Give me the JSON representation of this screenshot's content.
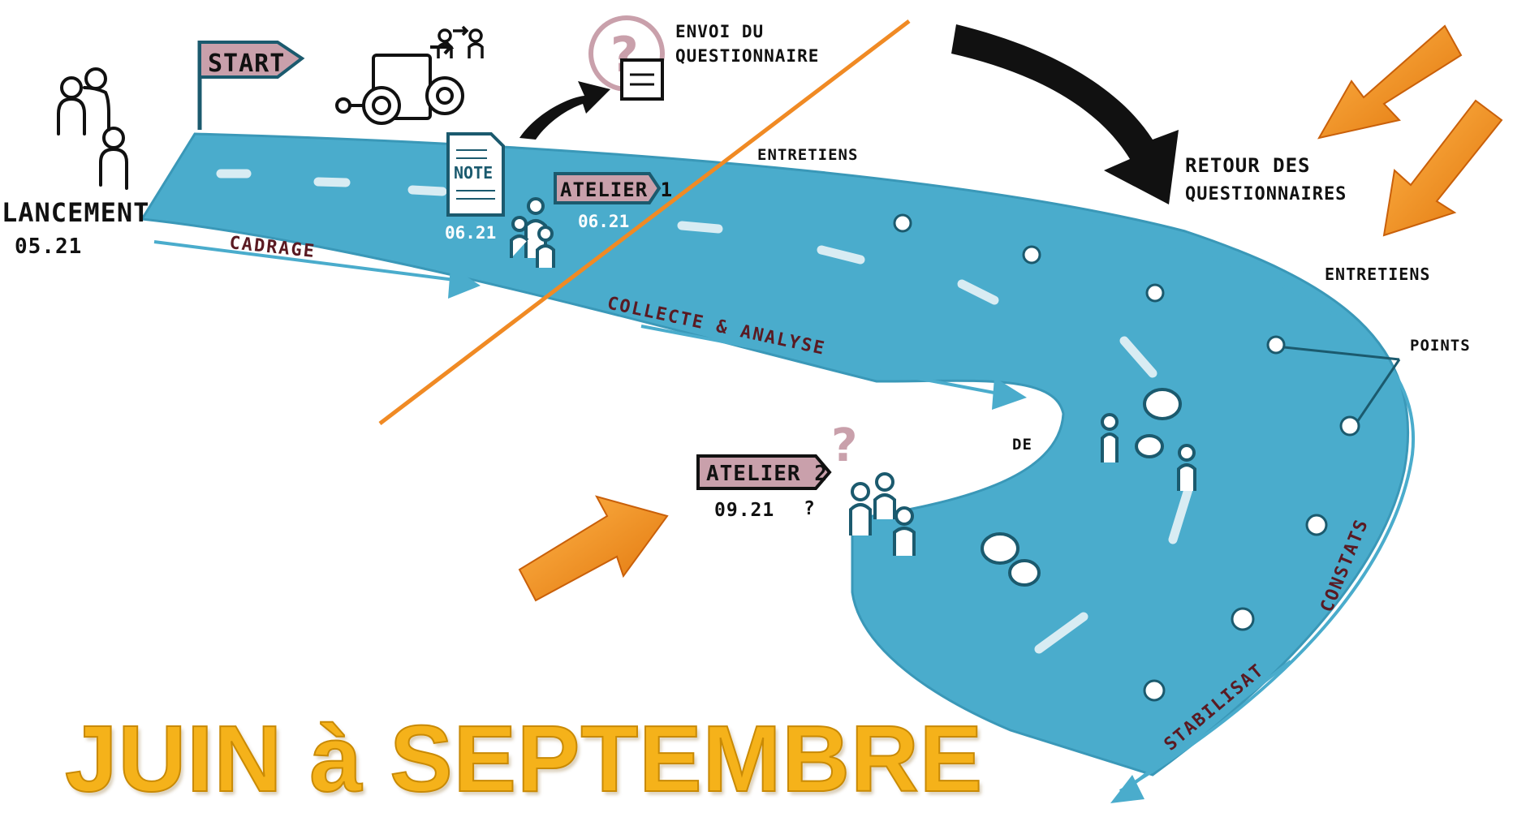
{
  "labels": {
    "lancement": "LANCEMENT",
    "lancement_date": "05.21",
    "start": "START",
    "envoi_1": "ENVOI DU",
    "envoi_2": "QUESTIONNAIRE",
    "note": "NOTE",
    "note_date": "06.21",
    "atelier1": "ATELIER 1",
    "atelier1_date": "06.21",
    "entretiens_top": "ENTRETIENS",
    "retour_1": "RETOUR DES",
    "retour_2": "QUESTIONNAIRES",
    "entretiens_right": "ENTRETIENS",
    "points": "POINTS",
    "cadrage": "CADRAGE",
    "collecte": "COLLECTE & ANALYSE",
    "de": "DE",
    "atelier2": "ATELIER 2",
    "atelier2_date": "09.21",
    "atelier2_q": "?",
    "constats": "CONSTATS",
    "stabilisation": "STABILISAT",
    "question_mark": "?"
  },
  "title": "JUIN à SEPTEMBRE",
  "colors": {
    "river": "#4aaccc",
    "river_edge": "#2f8fb0",
    "orange_line": "#f08a24",
    "title": "#f5b21a",
    "flag": "#c9a0ab",
    "maroon_text": "#5a1a22"
  }
}
